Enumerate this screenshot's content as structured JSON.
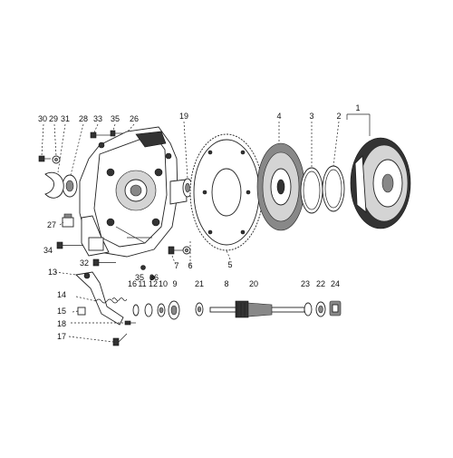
{
  "callouts": {
    "c1": "1",
    "c2": "2",
    "c3": "3",
    "c4": "4",
    "c5": "5",
    "c6": "6",
    "c7": "7",
    "c8": "8",
    "c9": "9",
    "c10": "10",
    "c11": "11",
    "c12": "12",
    "c13": "13",
    "c14": "14",
    "c15": "15",
    "c16": "16",
    "c17": "17",
    "c18": "18",
    "c19": "19",
    "c20": "20",
    "c21": "21",
    "c22": "22",
    "c23": "23",
    "c24": "24",
    "c26": "26",
    "c27": "27",
    "c28": "28",
    "c29": "29",
    "c30": "30",
    "c31": "31",
    "c32": "32",
    "c33": "33",
    "c34": "34",
    "c35": "35",
    "c36": "36"
  }
}
